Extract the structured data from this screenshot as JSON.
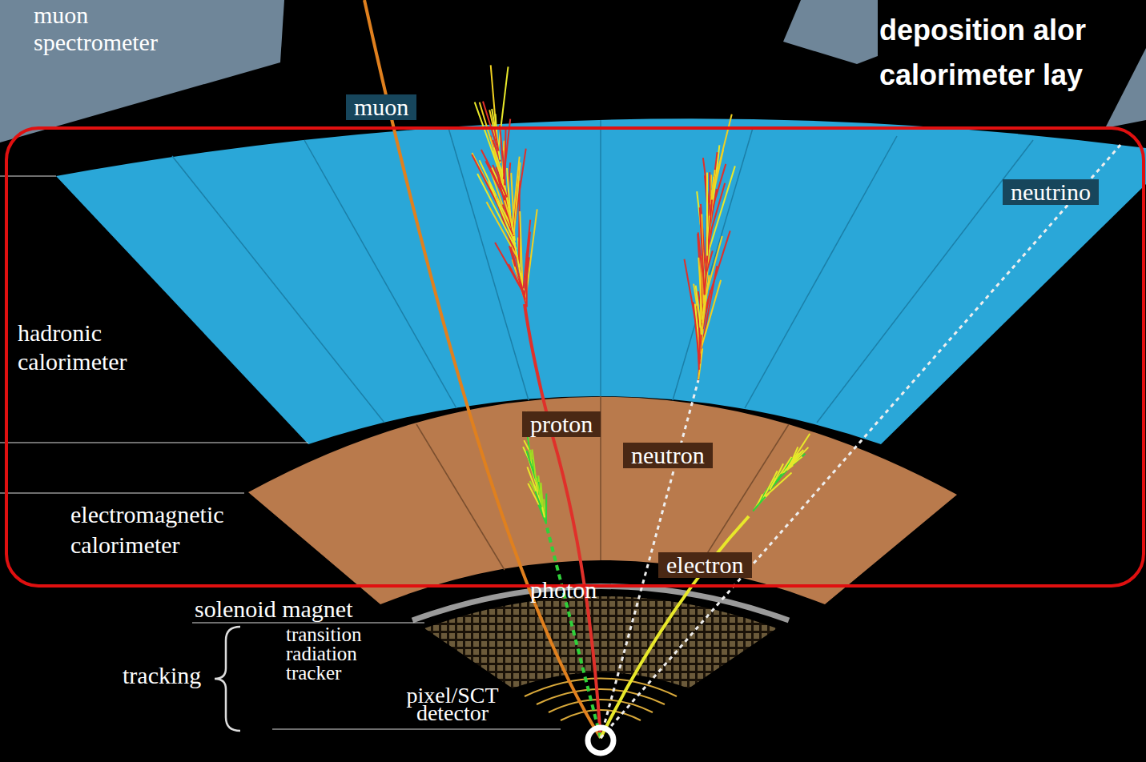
{
  "diagram": {
    "nodes": [
      {
        "text": [
          "muon"
        ]
      },
      {
        "text": [
          "neutrino"
        ]
      },
      {
        "text": [
          "proton"
        ]
      },
      {
        "text": [
          "neutron"
        ]
      },
      {
        "text": [
          "electron"
        ]
      }
    ],
    "labels": [
      "muon spectrometer",
      "deposition alor",
      "calorimeter lay",
      "hadronic calorimeter",
      "electromagnetic calorimeter",
      "photon",
      "solenoid magnet",
      "transition radiation tracker",
      "tracking",
      "pixel/SCT detector"
    ]
  }
}
